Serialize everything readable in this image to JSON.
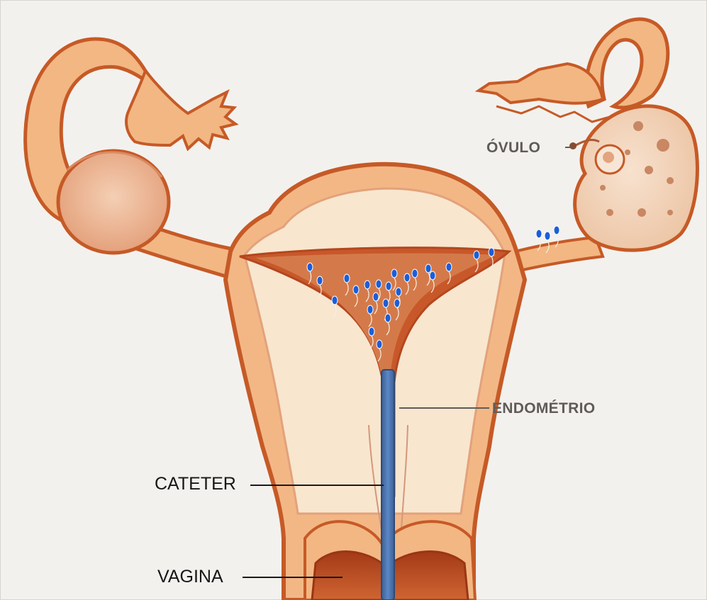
{
  "labels": {
    "ovulo": "ÓVULO",
    "endometrio": "ENDOMÉTRIO",
    "cateter": "CATETER",
    "vagina": "VAGINA"
  },
  "colors": {
    "background": "#f3f1ee",
    "tissue_outer": "#f1b583",
    "tissue_edge": "#c85a25",
    "tissue_inner": "#f8e6cf",
    "cavity": "#b9461f",
    "catheter": "#4b77b4",
    "sperm": "#1c5ed8",
    "label_bold": "#5f5c58",
    "label_plain": "#161616"
  },
  "icons": {
    "sperm": "sperm-cell-icon",
    "ovum": "ovum-icon"
  }
}
